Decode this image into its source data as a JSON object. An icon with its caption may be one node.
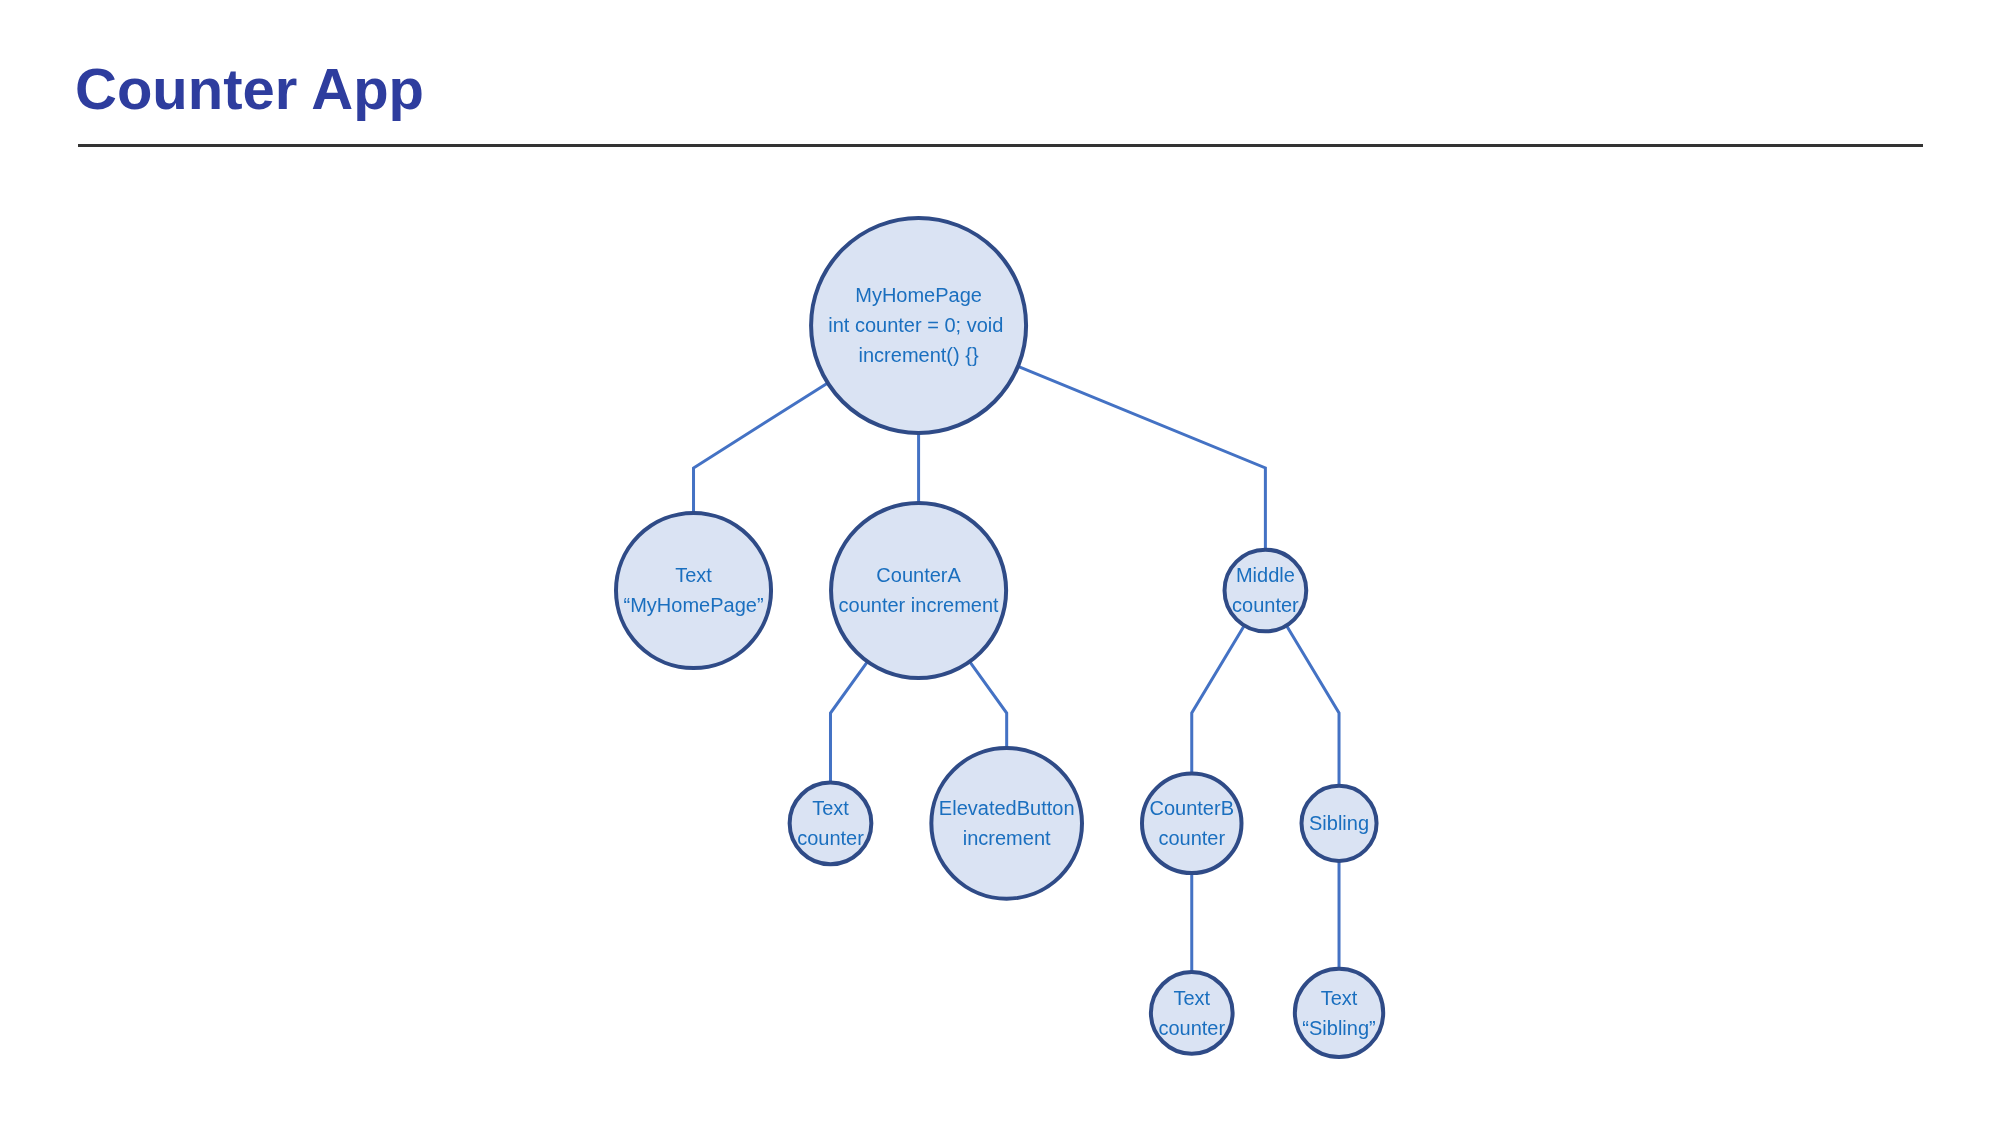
{
  "diagram": {
    "title": "Counter App",
    "nodes": [
      {
        "text": [
          "MyHomePage",
          "int counter = 0; void increment() {}"
        ]
      },
      {
        "text": [
          "Text",
          "“MyHomePage”"
        ]
      },
      {
        "text": [
          "CounterA",
          "counter increment"
        ]
      },
      {
        "text": [
          "Middle",
          "counter"
        ]
      },
      {
        "text": [
          "Text",
          "counter"
        ]
      },
      {
        "text": [
          "ElevatedButton",
          "increment"
        ]
      },
      {
        "text": [
          "CounterB",
          "counter"
        ]
      },
      {
        "text": [
          "Sibling"
        ]
      },
      {
        "text": [
          "Text",
          "counter"
        ]
      },
      {
        "text": [
          "Text",
          "“Sibling”"
        ]
      }
    ],
    "edges": [
      {
        "from": 0,
        "to": 1,
        "arrow": "none"
      },
      {
        "from": 0,
        "to": 2,
        "arrow": "none"
      },
      {
        "from": 0,
        "to": 3,
        "arrow": "none"
      },
      {
        "from": 2,
        "to": 4,
        "arrow": "none"
      },
      {
        "from": 2,
        "to": 5,
        "arrow": "none"
      },
      {
        "from": 3,
        "to": 6,
        "arrow": "none"
      },
      {
        "from": 3,
        "to": 7,
        "arrow": "none"
      },
      {
        "from": 6,
        "to": 8,
        "arrow": "none"
      },
      {
        "from": 7,
        "to": 9,
        "arrow": "none"
      }
    ]
  }
}
